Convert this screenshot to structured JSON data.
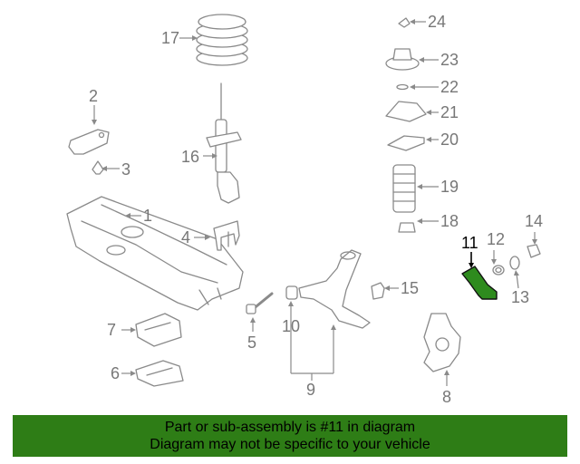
{
  "callouts": {
    "c1": "1",
    "c2": "2",
    "c3": "3",
    "c4": "4",
    "c5": "5",
    "c6": "6",
    "c7": "7",
    "c8": "8",
    "c9": "9",
    "c10": "10",
    "c11": "11",
    "c12": "12",
    "c13": "13",
    "c14": "14",
    "c15": "15",
    "c16": "16",
    "c17": "17",
    "c18": "18",
    "c19": "19",
    "c20": "20",
    "c21": "21",
    "c22": "22",
    "c23": "23",
    "c24": "24"
  },
  "highlight": {
    "part_number": "11",
    "color": "#2e8b1e"
  },
  "banner": {
    "line1": "Part or sub-assembly is #11 in diagram",
    "line2": "Diagram may not be specific to your vehicle",
    "background": "#2e7d16"
  }
}
